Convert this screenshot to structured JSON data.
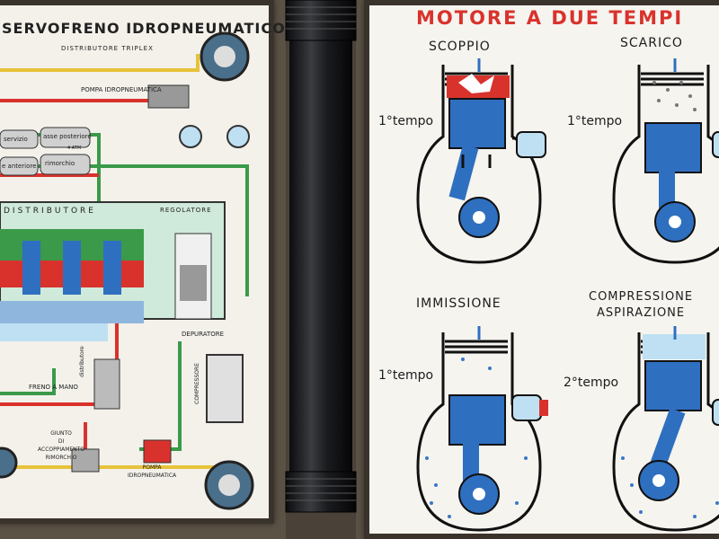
{
  "left_board": {
    "title": "SERVOFRENO IDROPNEUMATICO",
    "subtitle": "DISTRIBUTORE TRIPLEX",
    "labels": {
      "pompa_top": "POMPA IDROPNEUMATICA",
      "servizio": "servizio",
      "asse_posteriore": "asse posteriore",
      "rimorchio": "rimorchio",
      "asse_anteriore": "e anteriore",
      "distributore": "DISTRIBUTORE",
      "regolatore": "REGOLATORE",
      "depuratore": "DEPURATORE",
      "freno_a_mano": "FRENO A MANO",
      "distributore_small": "distributore",
      "compressore": "COMPRESSORE",
      "giunto": "GIUNTO\nDI\nACCOPPIAMENTO\nRIMORCHIO",
      "pompa_bottom": "POMPA\nIDROPNEUMATICA",
      "atm": "4 ATM"
    }
  },
  "right_board": {
    "title": "MOTORE A DUE TEMPI",
    "panels": [
      {
        "name": "SCOPPIO",
        "tempo": "1°tempo"
      },
      {
        "name": "SCARICO",
        "tempo": "1°tempo"
      },
      {
        "name": "IMMISSIONE",
        "tempo": "1°tempo"
      },
      {
        "name": "COMPRESSIONE\nASPIRAZIONE",
        "tempo": "2°tempo"
      }
    ]
  },
  "colors": {
    "red": "#d9322c",
    "blue": "#2f6fc0",
    "green": "#3a9a4a",
    "yellow": "#e7c23a",
    "light_blue": "#bfe0f2"
  }
}
